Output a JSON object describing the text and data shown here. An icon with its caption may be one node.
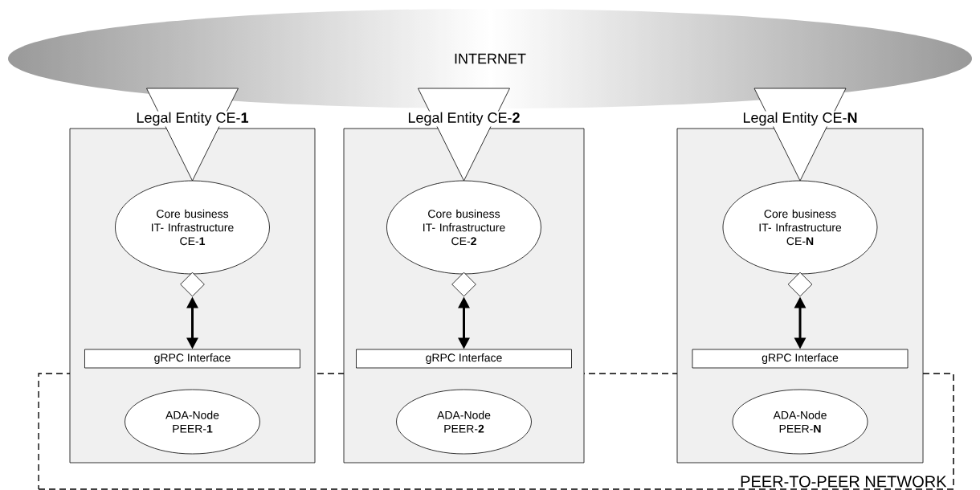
{
  "diagram": {
    "nodes": [
      {
        "text": [
          "INTERNET"
        ]
      },
      {
        "text": [
          "Legal Entity CE-**1**"
        ]
      },
      {
        "text": [
          "Core business IT- Infrastructure CE-**1**"
        ],
        "in": 1
      },
      {
        "text": [],
        "shape": "diamond",
        "in": 1
      },
      {
        "text": [
          "gRPC Interface"
        ],
        "in": 1
      },
      {
        "text": [
          "ADA-Node PEER-**1**"
        ]
      },
      {
        "text": [
          "Legal Entity CE-**2**"
        ]
      },
      {
        "text": [
          "Core business IT- Infrastructure CE-**2**"
        ],
        "in": 6
      },
      {
        "text": [],
        "shape": "diamond",
        "in": 6
      },
      {
        "text": [
          "gRPC Interface"
        ],
        "in": 6
      },
      {
        "text": [
          "ADA-Node PEER-**2**"
        ]
      },
      {
        "text": [
          "Legal Entity CE-**N**"
        ]
      },
      {
        "text": [
          "Core business IT- Infrastructure CE-**N**"
        ],
        "in": 11
      },
      {
        "text": [],
        "shape": "diamond",
        "in": 11
      },
      {
        "text": [
          "gRPC Interface"
        ],
        "in": 11
      },
      {
        "text": [
          "ADA-Node PEER-**N**"
        ]
      },
      {
        "text": [
          "PEER-TO-PEER NETWORK"
        ]
      }
    ],
    "edges": [
      {
        "from": 3,
        "to": 4,
        "arrow": "both"
      },
      {
        "from": 8,
        "to": 9,
        "arrow": "both"
      },
      {
        "from": 13,
        "to": 14,
        "arrow": "both"
      }
    ]
  }
}
